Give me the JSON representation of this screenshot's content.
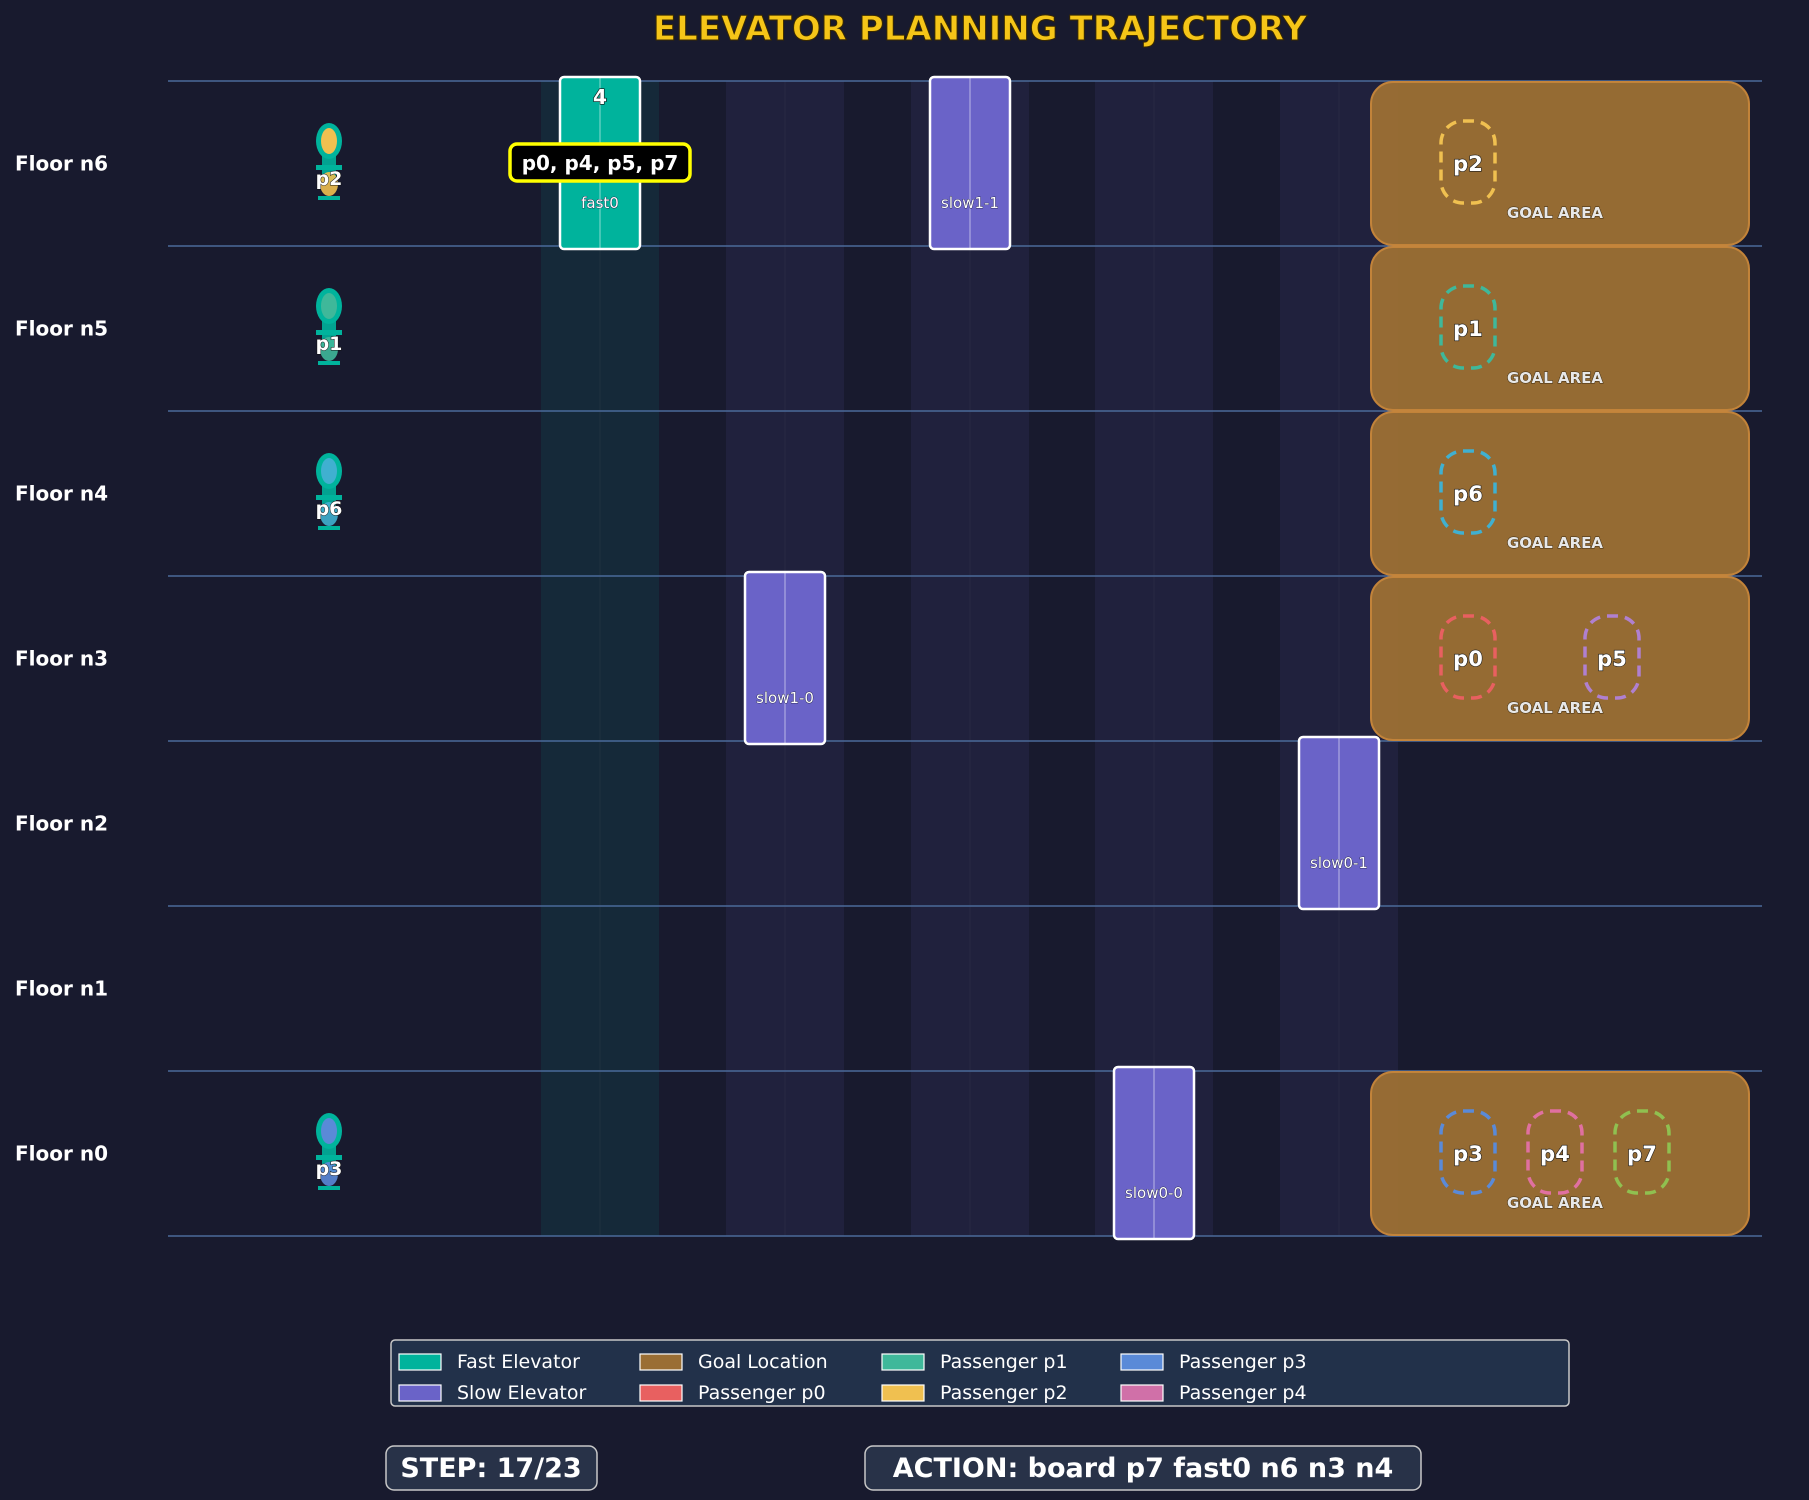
{
  "title": "ELEVATOR PLANNING TRAJECTORY",
  "floors": [
    {
      "id": "n6",
      "label": "Floor n6"
    },
    {
      "id": "n5",
      "label": "Floor n5"
    },
    {
      "id": "n4",
      "label": "Floor n4"
    },
    {
      "id": "n3",
      "label": "Floor n3"
    },
    {
      "id": "n2",
      "label": "Floor n2"
    },
    {
      "id": "n1",
      "label": "Floor n1"
    },
    {
      "id": "n0",
      "label": "Floor n0"
    }
  ],
  "shafts": [
    {
      "type": "fast"
    },
    {
      "type": "slow"
    },
    {
      "type": "slow"
    },
    {
      "type": "slow"
    },
    {
      "type": "slow"
    }
  ],
  "elevators": [
    {
      "name": "fast0",
      "type": "fast",
      "shaft": 0,
      "floor": "n6",
      "count": "4",
      "onboard": "p0, p4, p5, p7"
    },
    {
      "name": "slow1-0",
      "type": "slow",
      "shaft": 1,
      "floor": "n3"
    },
    {
      "name": "slow1-1",
      "type": "slow",
      "shaft": 2,
      "floor": "n6"
    },
    {
      "name": "slow0-0",
      "type": "slow",
      "shaft": 3,
      "floor": "n0"
    },
    {
      "name": "slow0-1",
      "type": "slow",
      "shaft": 4,
      "floor": "n2"
    }
  ],
  "waiting_passengers": [
    {
      "name": "p2",
      "floor": "n6",
      "color": "#f0c050"
    },
    {
      "name": "p1",
      "floor": "n5",
      "color": "#3fb89a"
    },
    {
      "name": "p6",
      "floor": "n4",
      "color": "#40b0d0"
    },
    {
      "name": "p3",
      "floor": "n0",
      "color": "#5a8ad8"
    }
  ],
  "goal_areas": [
    {
      "floor": "n6",
      "label": "GOAL AREA",
      "targets": [
        {
          "name": "p2",
          "color": "#f0c050"
        }
      ]
    },
    {
      "floor": "n5",
      "label": "GOAL AREA",
      "targets": [
        {
          "name": "p1",
          "color": "#3fb89a"
        }
      ]
    },
    {
      "floor": "n4",
      "label": "GOAL AREA",
      "targets": [
        {
          "name": "p6",
          "color": "#40b0d0"
        }
      ]
    },
    {
      "floor": "n3",
      "label": "GOAL AREA",
      "targets": [
        {
          "name": "p0",
          "color": "#e86060"
        },
        {
          "name": "p5",
          "color": "#b080d0"
        }
      ]
    },
    {
      "floor": "n0",
      "label": "GOAL AREA",
      "targets": [
        {
          "name": "p3",
          "color": "#5a8ad8"
        },
        {
          "name": "p4",
          "color": "#e070a0"
        },
        {
          "name": "p7",
          "color": "#90c050"
        }
      ]
    }
  ],
  "legend": [
    {
      "label": "Fast Elevator",
      "color": "#00b39c"
    },
    {
      "label": "Slow Elevator",
      "color": "#6a63c8"
    },
    {
      "label": "Goal Location",
      "color": "#9a6e34"
    },
    {
      "label": "Passenger p0",
      "color": "#e86060"
    },
    {
      "label": "Passenger p1",
      "color": "#3fb89a"
    },
    {
      "label": "Passenger p2",
      "color": "#f0c050"
    },
    {
      "label": "Passenger p3",
      "color": "#5a8ad8"
    },
    {
      "label": "Passenger p4",
      "color": "#d070a8"
    }
  ],
  "step": "STEP: 17/23",
  "action": "ACTION: board p7 fast0 n6 n3 n4",
  "colors": {
    "background": "#181a2e",
    "fast": "#00b39c",
    "slow": "#6a63c8",
    "goal": "#9a6e34",
    "title": "#f5c518",
    "floor_line": "#4a6a9a",
    "highlight": "#ffff00"
  }
}
